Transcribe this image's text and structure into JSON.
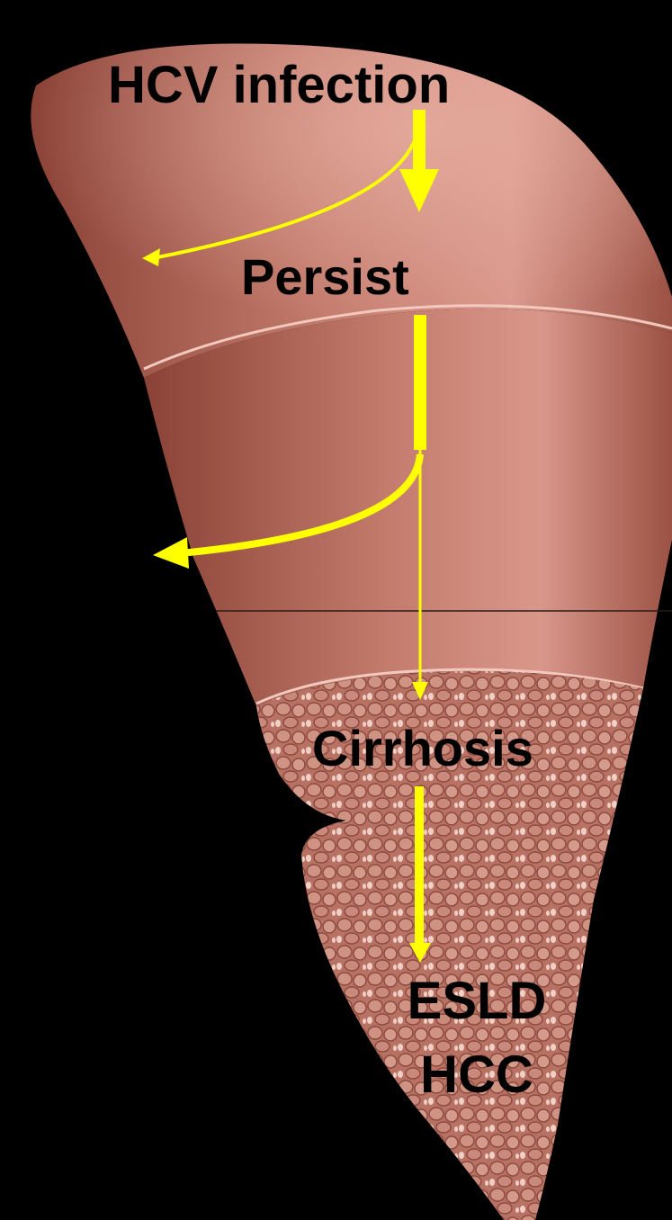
{
  "diagram": {
    "stages": {
      "infection": "HCV infection",
      "persist": "Persist",
      "cirrhosis": "Cirrhosis",
      "end_line1": "ESLD",
      "end_line2": "HCC"
    },
    "colors": {
      "background": "#000000",
      "liver_main": "#b86a5c",
      "liver_light": "#d9978a",
      "liver_dark": "#8a4236",
      "nodule": "#c98a7c",
      "arrow": "#ffff00",
      "text": "#000000"
    }
  }
}
